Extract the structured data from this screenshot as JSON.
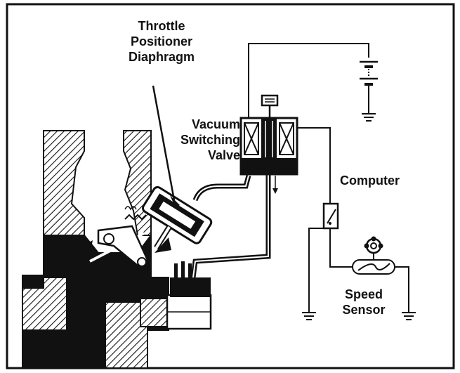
{
  "labels": {
    "throttle_positioner": [
      "Throttle",
      "Positioner",
      "Diaphragm"
    ],
    "vacuum_switching_valve": [
      "Vacuum",
      "Switching",
      "Valve"
    ],
    "computer": "Computer",
    "speed_sensor": [
      "Speed",
      "Sensor"
    ]
  },
  "colors": {
    "ink": "#111111",
    "background": "#ffffff"
  }
}
